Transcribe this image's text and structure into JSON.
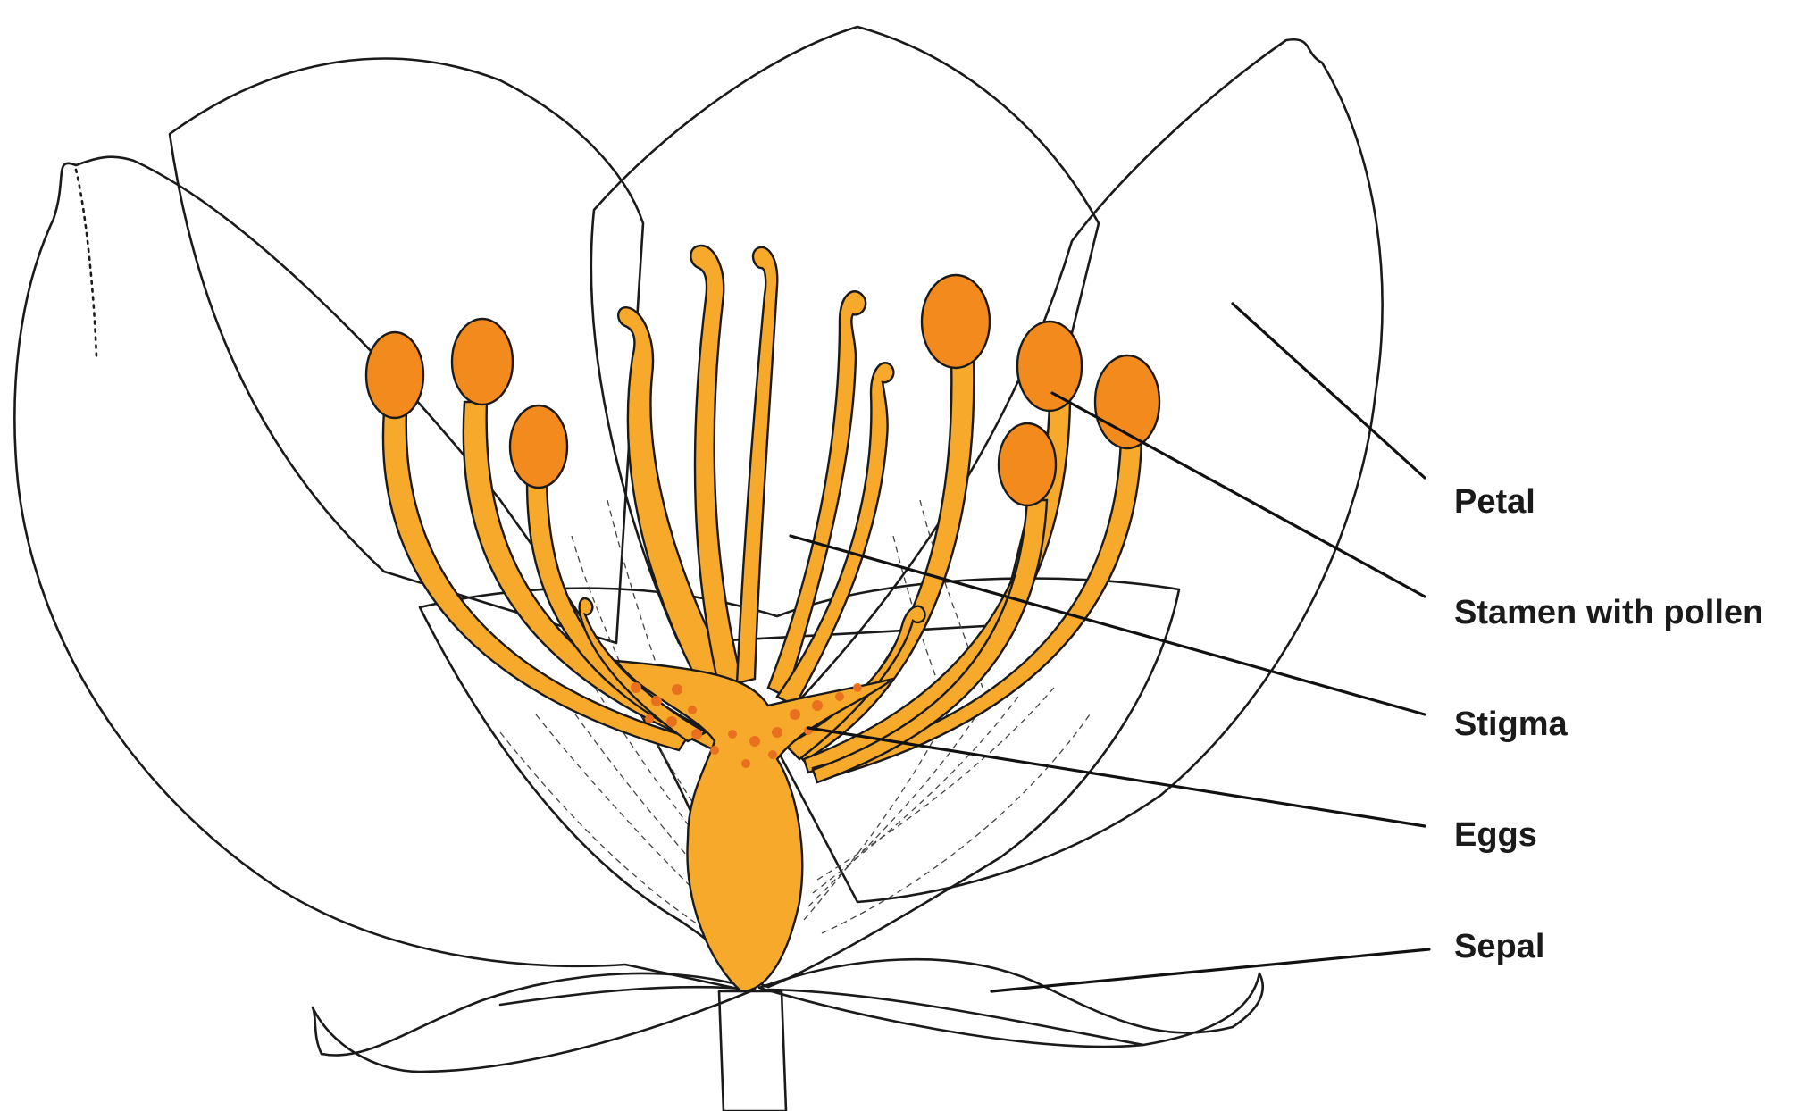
{
  "labels": {
    "petal": "Petal",
    "stamen": "Stamen with pollen",
    "stigma": "Stigma",
    "eggs": "Eggs",
    "sepal": "Sepal"
  },
  "colors": {
    "petal_pink": "#f4b6cf",
    "petal_light": "#fbe4ee",
    "stamen_yellow": "#f6a92b",
    "anther_orange": "#f28a1e",
    "sepal_green": "#9adf4a",
    "outline": "#1a1a1a"
  }
}
